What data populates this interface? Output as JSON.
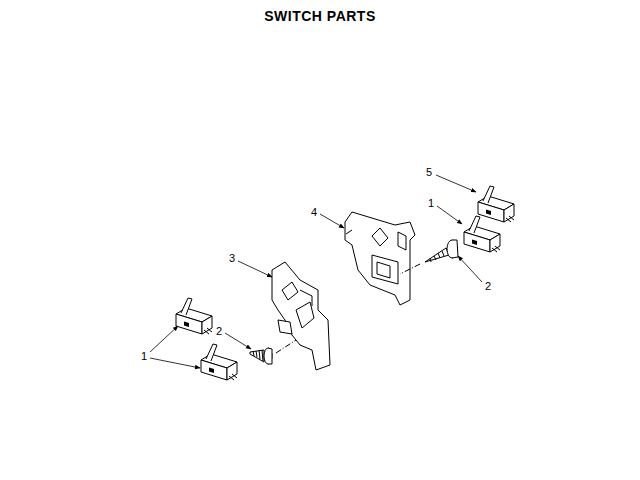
{
  "diagram": {
    "title": "SWITCH PARTS",
    "labels": [
      "5",
      "1",
      "4",
      "3",
      "2",
      "2",
      "1"
    ]
  }
}
